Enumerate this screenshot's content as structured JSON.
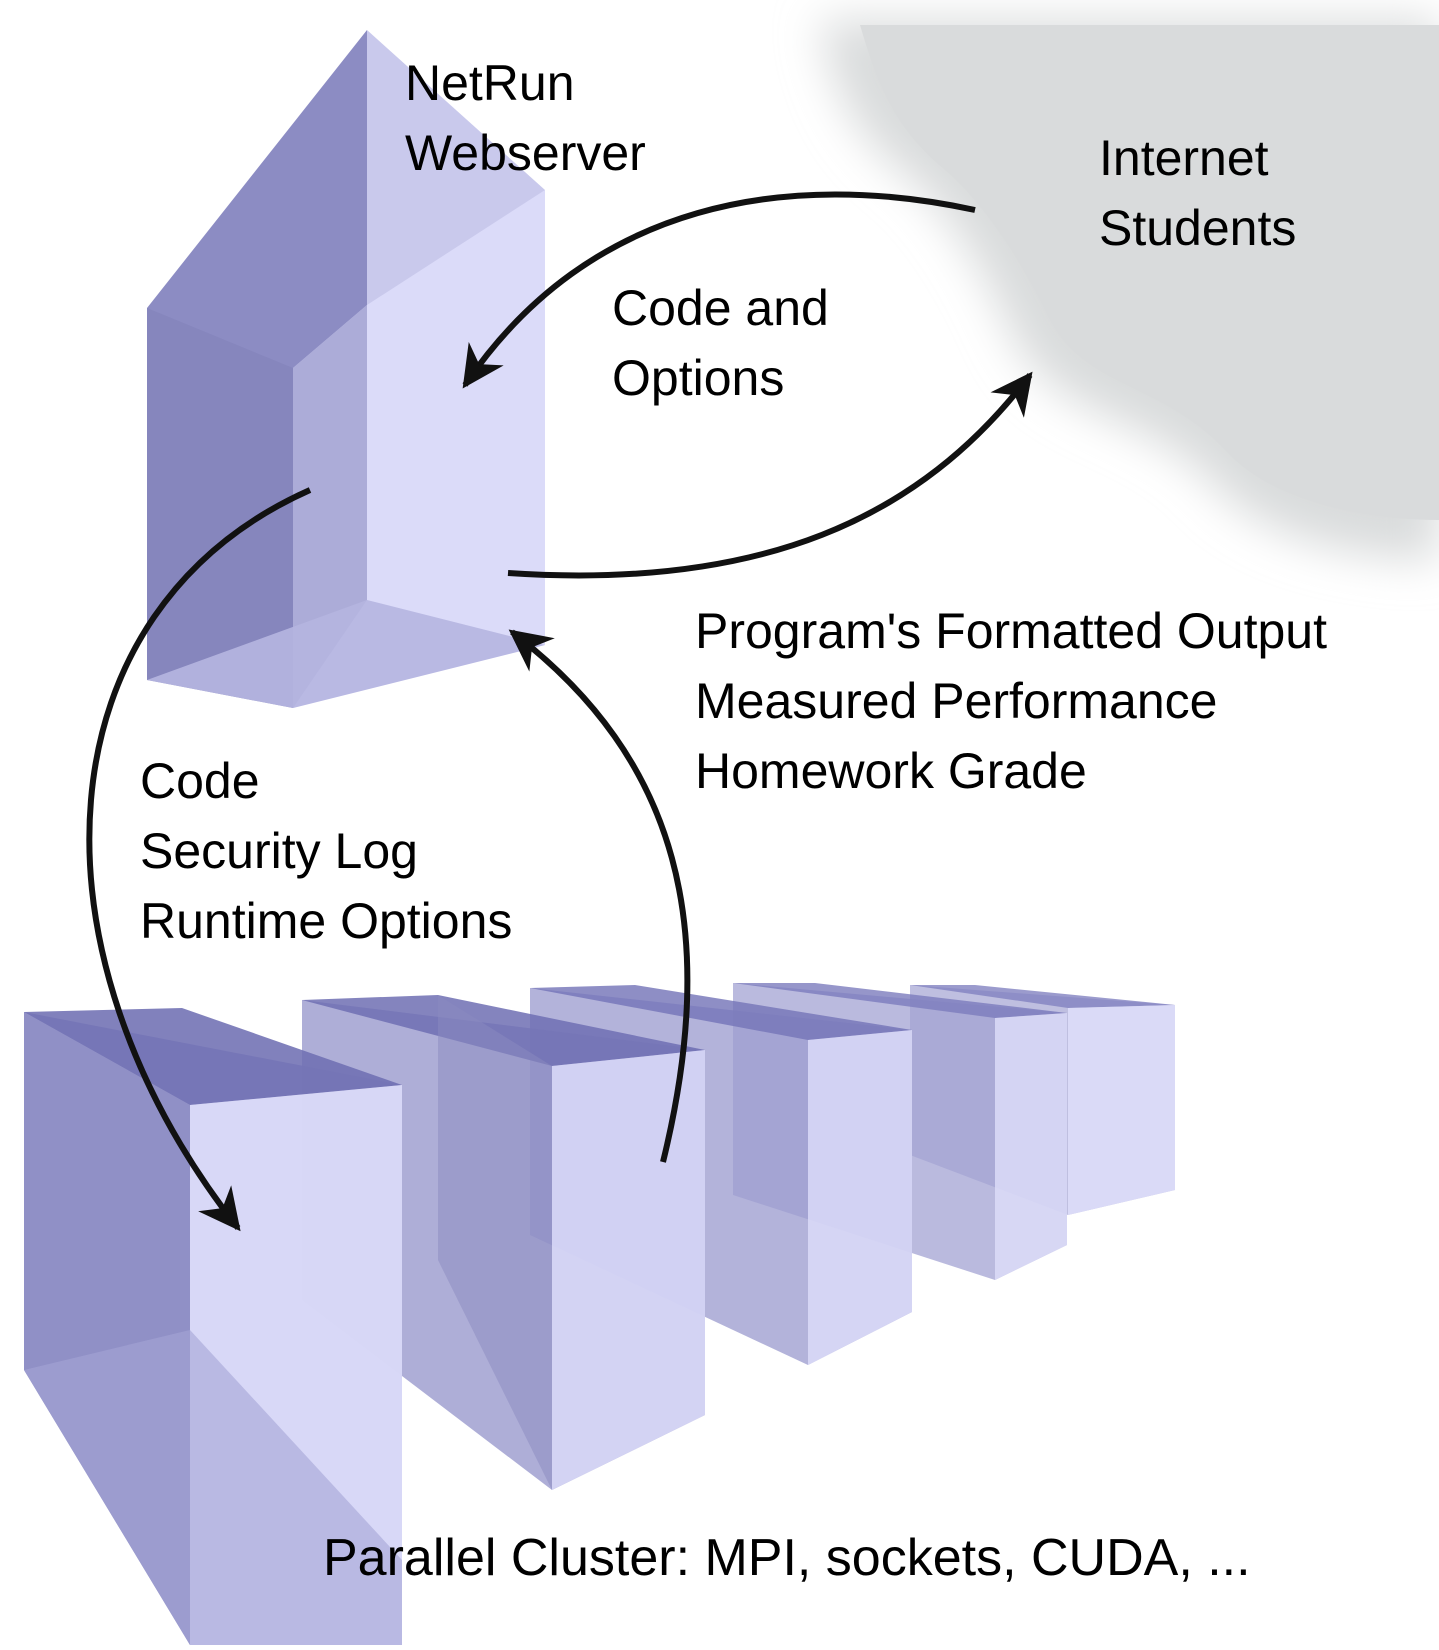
{
  "webserver": {
    "line1": "NetRun",
    "line2": "Webserver"
  },
  "students": {
    "line1": "Internet",
    "line2": "Students"
  },
  "request_label": {
    "line1": "Code and",
    "line2": "Options"
  },
  "output_label": {
    "line1": "Program's Formatted Output",
    "line2": "Measured Performance",
    "line3": "Homework Grade"
  },
  "job_label": {
    "line1": "Code",
    "line2": "Security Log",
    "line3": "Runtime Options"
  },
  "cluster_label": "Parallel Cluster: MPI, sockets, CUDA, ...",
  "colors": {
    "cloud": "#d9dbdc",
    "box_light": "#dcdcf8",
    "box_mid": "#a6a6d2",
    "box_dark": "#8888c0",
    "arrow": "#111111"
  }
}
